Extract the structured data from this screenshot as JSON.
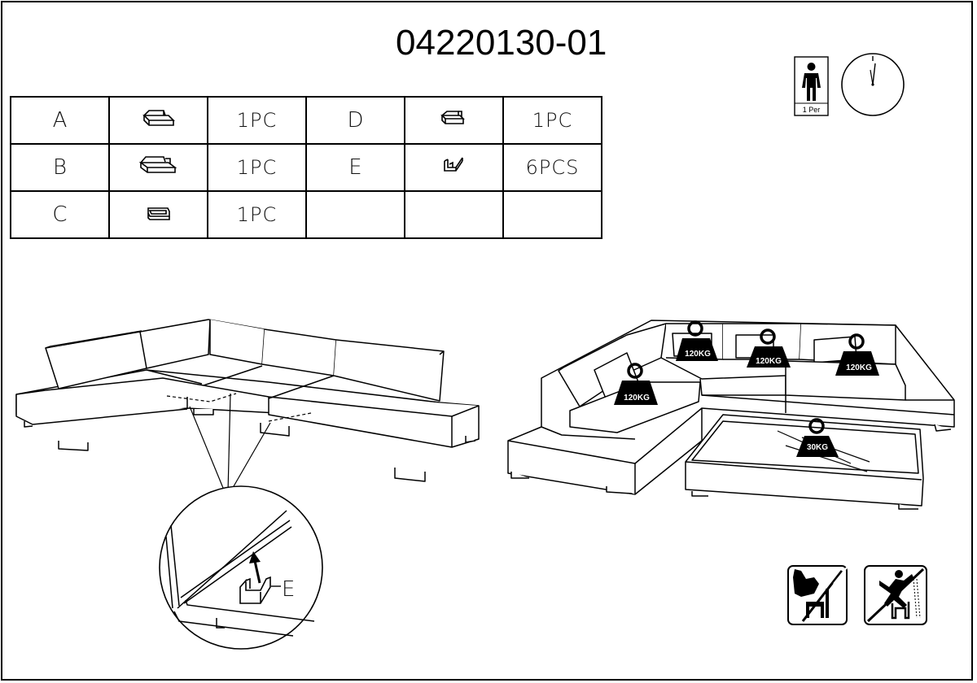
{
  "document": {
    "code": "04220130-01"
  },
  "header_icons": {
    "people_icon": "person-icon",
    "people_label": "1 Per",
    "time_icon": "clock-icon"
  },
  "parts_table": {
    "rows": [
      [
        {
          "letter": "A",
          "icon": "armless-sofa-section-icon",
          "qty": "1PC"
        },
        {
          "letter": "D",
          "icon": "ottoman-section-icon",
          "qty": "1PC"
        }
      ],
      [
        {
          "letter": "B",
          "icon": "one-arm-sofa-section-icon",
          "qty": "1PC"
        },
        {
          "letter": "E",
          "icon": "u-connector-bracket-icon",
          "qty": "6PCS"
        }
      ],
      [
        {
          "letter": "C",
          "icon": "corner-sofa-section-icon",
          "qty": "1PC"
        },
        {
          "letter": "",
          "icon": "",
          "qty": ""
        }
      ]
    ]
  },
  "detail_callout": {
    "label": "E"
  },
  "weight_limits": [
    {
      "label": "120KG"
    },
    {
      "label": "120KG"
    },
    {
      "label": "120KG"
    },
    {
      "label": "120KG"
    },
    {
      "label": "30KG"
    }
  ],
  "warnings": [
    {
      "icon": "no-standing-on-seat-icon"
    },
    {
      "icon": "no-jumping-on-seat-icon"
    }
  ]
}
